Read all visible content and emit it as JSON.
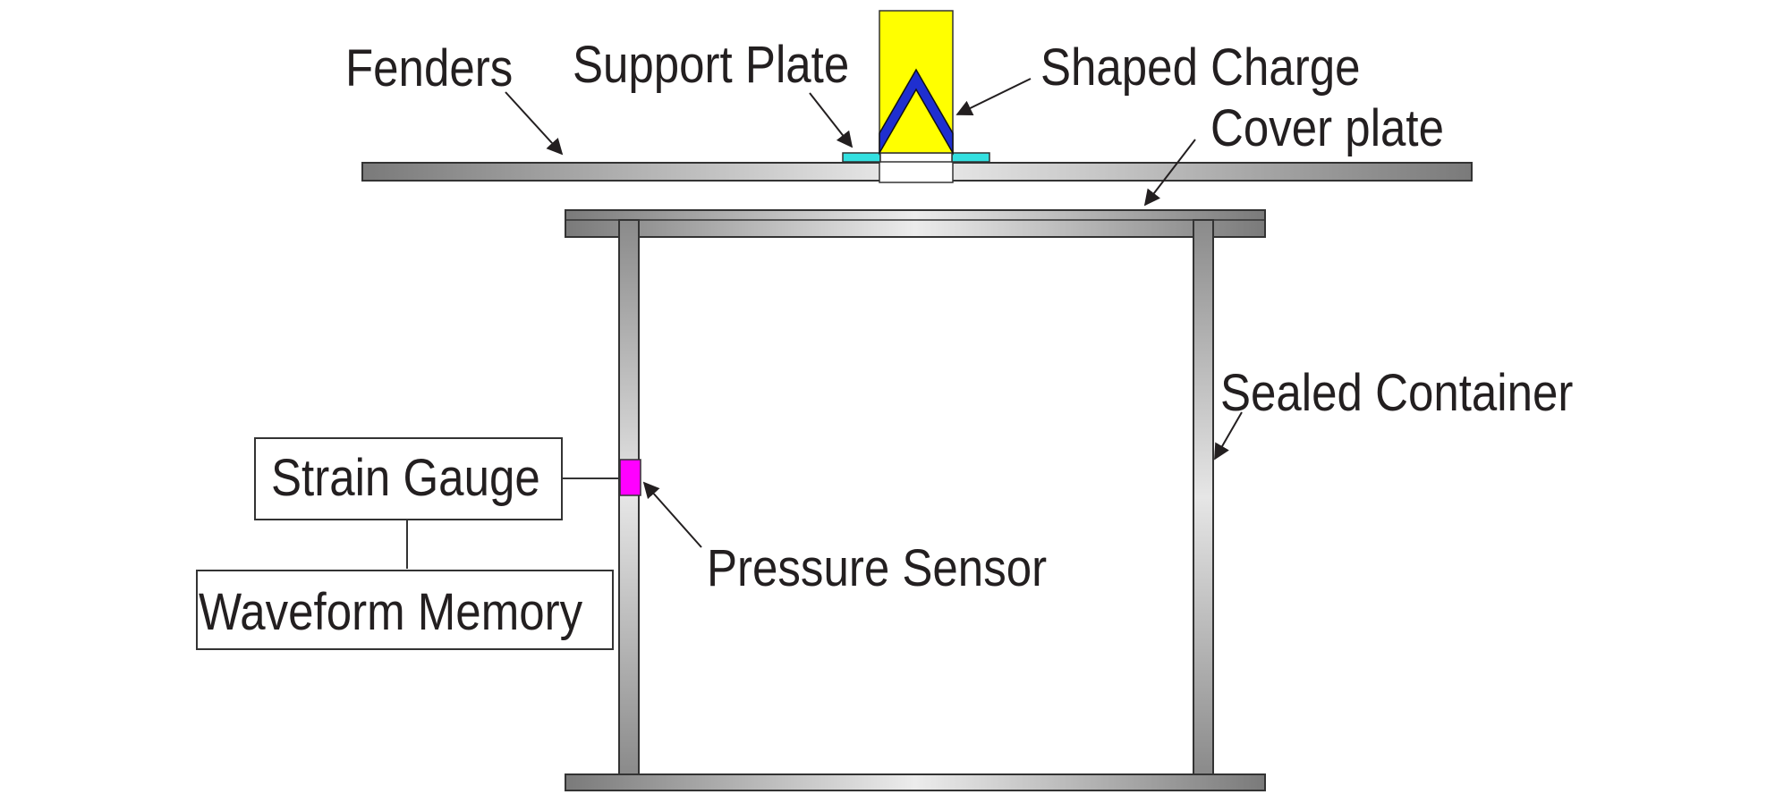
{
  "labels": {
    "fenders": "Fenders",
    "support_plate": "Support Plate",
    "shaped_charge": "Shaped Charge",
    "cover_plate": "Cover plate",
    "sealed_container": "Sealed Container",
    "strain_gauge": "Strain Gauge",
    "waveform_memory": "Waveform Memory",
    "pressure_sensor": "Pressure Sensor"
  },
  "colors": {
    "steel_dark": "#7d7d7d",
    "steel_light": "#e6e6e6",
    "outline": "#333333",
    "explosive": "#ffff00",
    "liner": "#1f2fd0",
    "support_plate": "#33e0e0",
    "pressure_sensor": "#ff00ff",
    "text": "#231f20"
  }
}
